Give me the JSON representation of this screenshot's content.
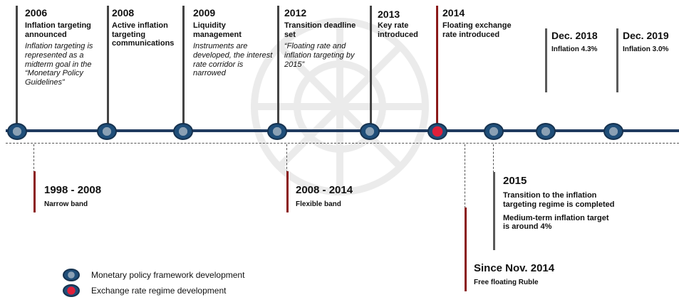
{
  "colors": {
    "timeline": "#1f3a5f",
    "node_fill": "#1f4e79",
    "node_inner": "#8aa0b4",
    "exchange_node_inner": "#e0203a",
    "marker_red": "#8b1a1a",
    "marker_gray": "#5a5a5a"
  },
  "events_top": [
    {
      "year": "2006",
      "title": "Inflation targeting announced",
      "desc": "Inflation targeting is represented as a midterm goal in the “Monetary Policy Guidelines”"
    },
    {
      "year": "2008",
      "title": "Active inflation targeting communications",
      "desc": ""
    },
    {
      "year": "2009",
      "title": "Liquidity management",
      "desc": "Instruments are developed, the interest rate corridor is narrowed"
    },
    {
      "year": "2012",
      "title": "Transition deadline set",
      "desc": "“Floating rate and inflation targeting by 2015”"
    },
    {
      "year": "2013",
      "title": "Key rate introduced",
      "desc": ""
    },
    {
      "year": "2014",
      "title": "Floating exchange rate introduced",
      "desc": ""
    },
    {
      "year": "Dec. 2018",
      "title": "Inflation 4.3%",
      "desc": ""
    },
    {
      "year": "Dec. 2019",
      "title": "Inflation 3.0%",
      "desc": ""
    }
  ],
  "events_bottom": [
    {
      "year": "1998 - 2008",
      "title": "Narrow band"
    },
    {
      "year": "2008 - 2014",
      "title": "Flexible band"
    },
    {
      "year": "2015",
      "title": "Transition to the inflation targeting regime is completed",
      "title2": "Medium-term inflation target is around 4%"
    },
    {
      "year": "Since Nov. 2014",
      "title": "Free floating Ruble"
    }
  ],
  "legend": [
    {
      "label": "Monetary policy framework development",
      "icon": "blue-circle-node"
    },
    {
      "label": "Exchange rate regime development",
      "icon": "red-circle-node"
    }
  ]
}
